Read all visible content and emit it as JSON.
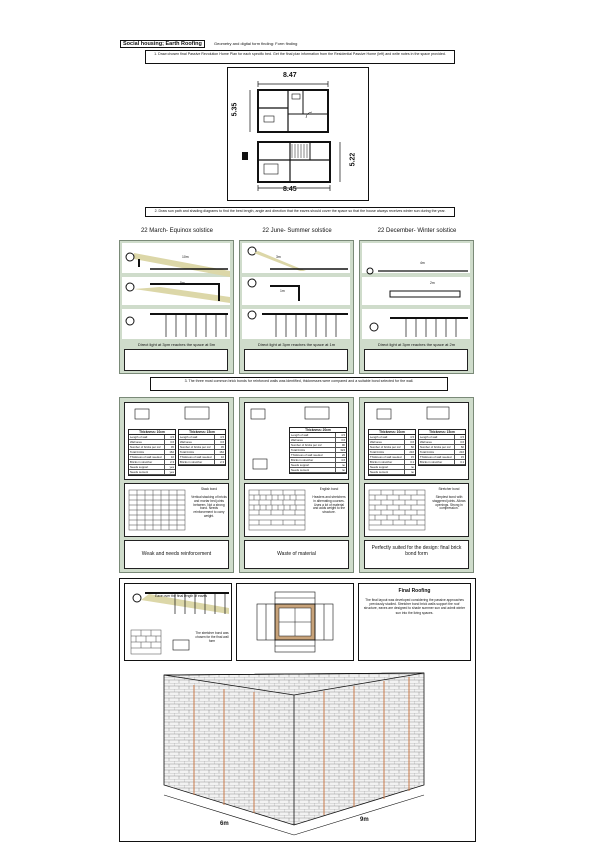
{
  "header": {
    "title": "Social housing; Earth Roofing",
    "subtitle": "Geometry and digital form finding: Form finding"
  },
  "section1": {
    "instruction": "1. Draw chosen final Passive Revolution Home Plan for each specific bed. Get the final plan information from the Residential Passive Home (left) and write notes in the space provided.",
    "dims": {
      "top": "8.47",
      "left": "5.35",
      "right": "5.22",
      "bottom": "8.45"
    }
  },
  "section2": {
    "instruction": "2. Draw sun path and shading diagrams to find the best length, angle and direction that the eaves should cover the space so that the house always receives winter sun during the year.",
    "panels": [
      {
        "heading": "22 March- Equinox solstice",
        "caption": "Direct light at 3pm reaches the space at 5m",
        "labels": [
          "10m",
          "5m"
        ]
      },
      {
        "heading": "22 June- Summer solstice",
        "caption": "Direct light at 3pm reaches the space at 1m",
        "labels": [
          "3m",
          "1m"
        ]
      },
      {
        "heading": "22 December- Winter solstice",
        "caption": "Direct light at 3pm reaches the space at 2m",
        "labels": [
          "4m",
          "2m"
        ]
      }
    ]
  },
  "section3": {
    "instruction": "3. The three most common brick bonds for reinforced walls was identified, thicknesses were compared and a suitable bond selected for the wall.",
    "panels": [
      {
        "table_title_a": "Thickness: 10cm",
        "table_title_b": "Thickness: 15cm",
        "rows": [
          [
            "Length of wall",
            "4.5"
          ],
          [
            "Wall area",
            "3.6"
          ],
          [
            "Number of bricks per m2",
            "45"
          ],
          [
            "Total bricks",
            "162"
          ],
          [
            "Thickness of wall needed",
            "10"
          ],
          [
            "Bricks in stretcher",
            "2.3"
          ],
          [
            "Needs support",
            "yes"
          ],
          [
            "Needs cement",
            "yes"
          ]
        ],
        "bond_name": "Stack bond",
        "bond_notes": "Vertical stacking of bricks and mortar bed joints between. Not a strong bond. Needs reinforcement to carry weight.",
        "verdict": "Weak and needs reinforcement"
      },
      {
        "table_title_a": "Thickness: 20cm",
        "table_title_b": "",
        "rows": [
          [
            "Length of wall",
            "4.5"
          ],
          [
            "Wall area",
            "3.6"
          ],
          [
            "Number of bricks per m2",
            "90"
          ],
          [
            "Total bricks",
            "324"
          ],
          [
            "Thickness of wall needed",
            "20"
          ],
          [
            "Bricks in stretcher",
            "4.6"
          ],
          [
            "Needs support",
            "no"
          ],
          [
            "Needs cement",
            "no"
          ]
        ],
        "bond_name": "English bond",
        "bond_notes": "Headers and stretchers in alternating courses. Uses a lot of material and adds weight to the structure.",
        "verdict": "Waste of material"
      },
      {
        "table_title_a": "Thickness: 10cm",
        "table_title_b": "Thickness: 15cm",
        "rows": [
          [
            "Length of wall",
            "4.5"
          ],
          [
            "Wall area",
            "3.6"
          ],
          [
            "Number of bricks per m2",
            "60"
          ],
          [
            "Total bricks",
            "216"
          ],
          [
            "Thickness of wall needed",
            "15"
          ],
          [
            "Bricks in stretcher",
            "3.1"
          ],
          [
            "Needs support",
            "no"
          ],
          [
            "Needs cement",
            "no"
          ]
        ],
        "bond_name": "Stretcher bond",
        "bond_notes": "Simplest bond with staggered joints. Allows openings. Strong in compression.",
        "verdict": "Perfectly suited for the design: final brick bond form"
      }
    ]
  },
  "section4": {
    "sun_label": "Eave over the final length of eaves",
    "bond_note": "The stretcher bond was chosen for the final wall form",
    "final_title": "Final Roofing",
    "final_text": "The final layout was developed considering the passive approaches previously studied. Stretcher bond brick walls support the roof structure, eaves are designed to shade summer sun and admit winter sun into the living spaces.",
    "dim_a": "6m",
    "dim_b": "9m"
  },
  "colors": {
    "panel_green": "#cfdccb",
    "rebar": "#c87a4a",
    "sky": "#dcd7a8"
  }
}
